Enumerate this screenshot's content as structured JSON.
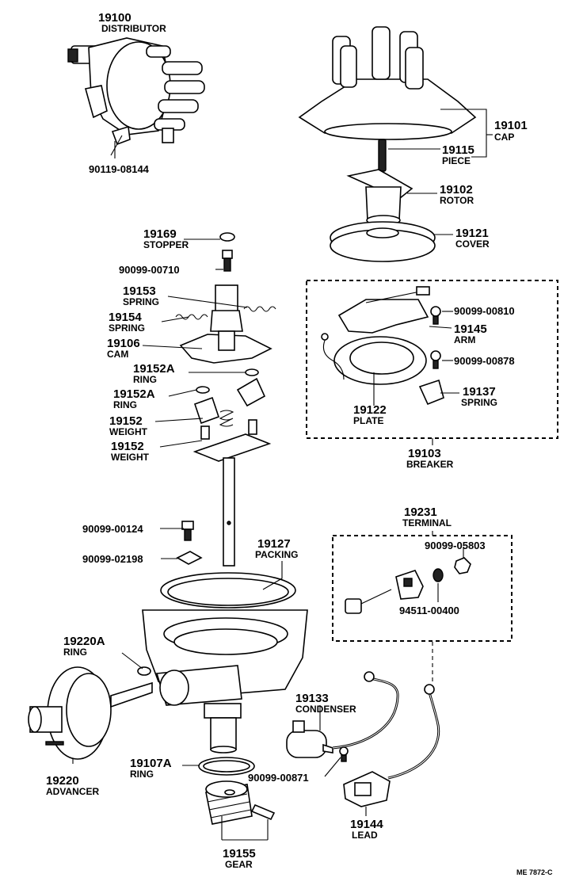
{
  "diagram_code": "ME 7872-C",
  "parts": {
    "distributor": {
      "number": "19100",
      "name": "DISTRIBUTOR"
    },
    "bolt_08144": {
      "number": "90119-08144"
    },
    "cap": {
      "number": "19101",
      "name": "CAP"
    },
    "piece": {
      "number": "19115",
      "name": "PIECE"
    },
    "rotor": {
      "number": "19102",
      "name": "ROTOR"
    },
    "cover": {
      "number": "19121",
      "name": "COVER"
    },
    "stopper": {
      "number": "19169",
      "name": "STOPPER"
    },
    "screw_00710": {
      "number": "90099-00710"
    },
    "spring_19153": {
      "number": "19153",
      "name": "SPRING"
    },
    "spring_19154": {
      "number": "19154",
      "name": "SPRING"
    },
    "cam": {
      "number": "19106",
      "name": "CAM"
    },
    "ring_19152a_top": {
      "number": "19152A",
      "name": "RING"
    },
    "ring_19152a_bottom": {
      "number": "19152A",
      "name": "RING"
    },
    "weight_top": {
      "number": "19152",
      "name": "WEIGHT"
    },
    "weight_bottom": {
      "number": "19152",
      "name": "WEIGHT"
    },
    "screw_00810": {
      "number": "90099-00810"
    },
    "arm": {
      "number": "19145",
      "name": "ARM"
    },
    "screw_00878": {
      "number": "90099-00878"
    },
    "spring_19137": {
      "number": "19137",
      "name": "SPRING"
    },
    "plate": {
      "number": "19122",
      "name": "PLATE"
    },
    "breaker": {
      "number": "19103",
      "name": "BREAKER"
    },
    "terminal": {
      "number": "19231",
      "name": "TERMINAL"
    },
    "nut_05803": {
      "number": "90099-05803"
    },
    "washer_00400": {
      "number": "94511-00400"
    },
    "screw_00124": {
      "number": "90099-00124"
    },
    "washer_02198": {
      "number": "90099-02198"
    },
    "packing": {
      "number": "19127",
      "name": "PACKING"
    },
    "ring_19220a": {
      "number": "19220A",
      "name": "RING"
    },
    "condenser": {
      "number": "19133",
      "name": "CONDENSER"
    },
    "advancer": {
      "number": "19220",
      "name": "ADVANCER"
    },
    "ring_19107a": {
      "number": "19107A",
      "name": "RING"
    },
    "screw_00871": {
      "number": "90099-00871"
    },
    "gear": {
      "number": "19155",
      "name": "GEAR"
    },
    "lead": {
      "number": "19144",
      "name": "LEAD"
    }
  }
}
